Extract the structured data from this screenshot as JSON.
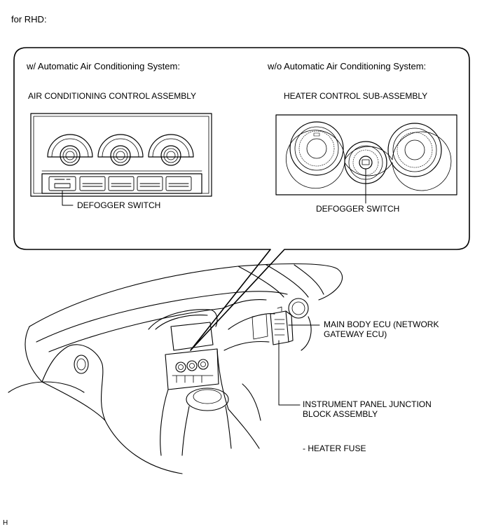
{
  "header": {
    "variant": "for RHD:"
  },
  "callout": {
    "left_condition": "w/ Automatic Air Conditioning System:",
    "left_component": "AIR CONDITIONING CONTROL ASSEMBLY",
    "left_switch": "DEFOGGER SWITCH",
    "right_condition": "w/o Automatic Air Conditioning System:",
    "right_component": "HEATER CONTROL SUB-ASSEMBLY",
    "right_switch": "DEFOGGER SWITCH"
  },
  "labels": {
    "ecu_line1": "MAIN BODY ECU (NETWORK",
    "ecu_line2": "GATEWAY ECU)",
    "jb_line1": "INSTRUMENT PANEL JUNCTION",
    "jb_line2": "BLOCK ASSEMBLY",
    "fuse": "- HEATER FUSE"
  },
  "footer": {
    "code": "H"
  }
}
